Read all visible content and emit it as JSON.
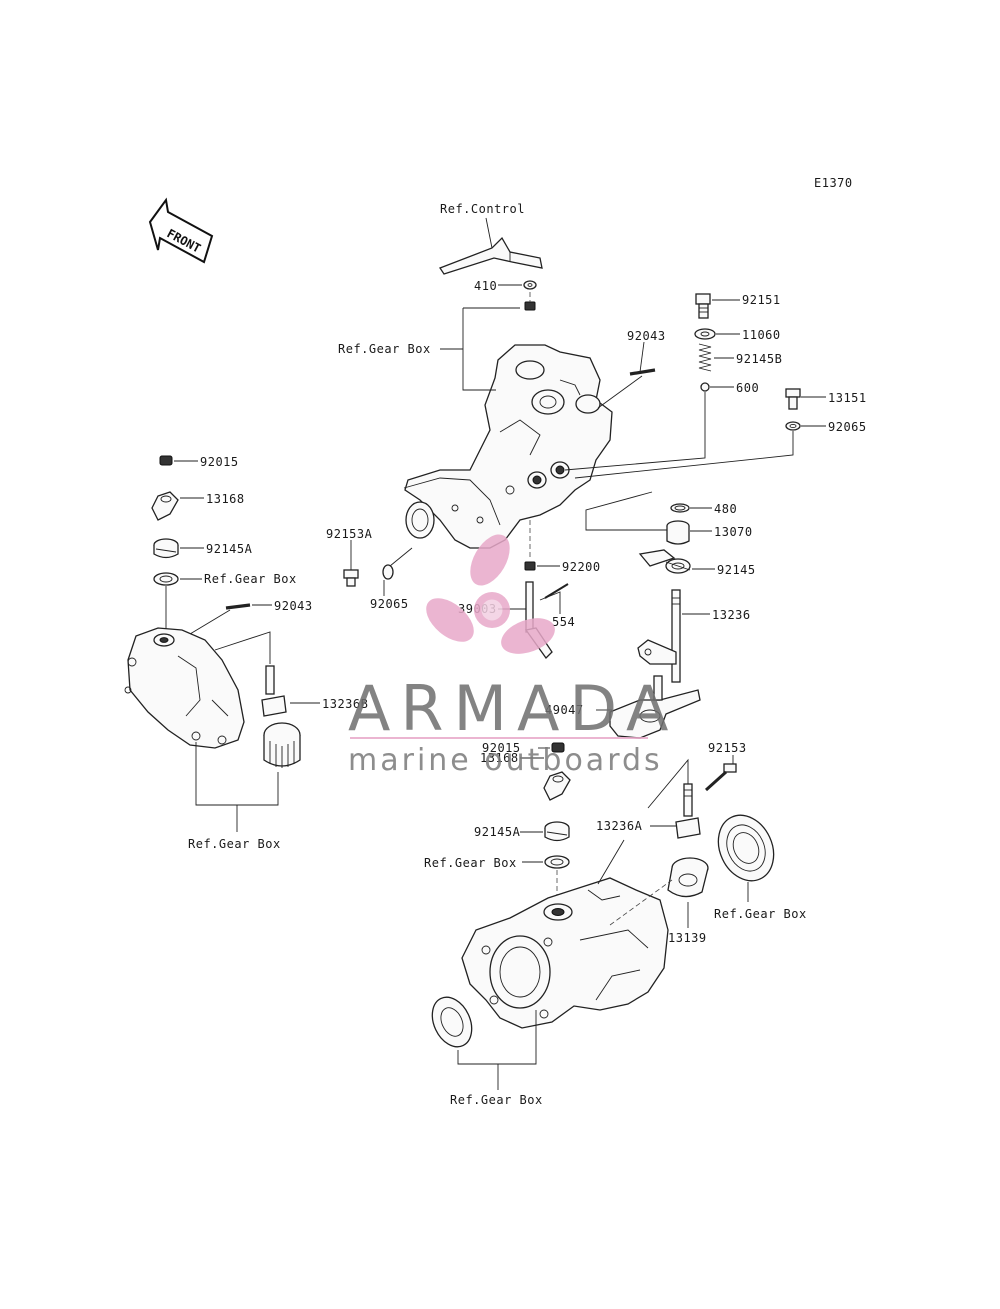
{
  "diagram_code": "E1370",
  "front_label": "FRONT",
  "watermark": {
    "brand": "ARMADA",
    "tagline": "marine outboards",
    "accent": "#e8a9c9",
    "text_color": "#6e6e6e"
  },
  "labels": {
    "ref_control": "Ref.Control",
    "p410": "410",
    "ref_gear_box_top": "Ref.Gear Box",
    "p92043_top": "92043",
    "p92151": "92151",
    "p11060": "11060",
    "p92145b": "92145B",
    "p600": "600",
    "p13151": "13151",
    "p92065_right": "92065",
    "p480": "480",
    "p13070": "13070",
    "p92145": "92145",
    "p13236": "13236",
    "p92200": "92200",
    "p39003": "39003",
    "p554": "554",
    "p92153a": "92153A",
    "p92065_left": "92065",
    "p92015_left": "92015",
    "p13168_left": "13168",
    "p92145a_left": "92145A",
    "ref_gear_box_left": "Ref.Gear Box",
    "p92043_left": "92043",
    "p13236b": "13236B",
    "ref_gear_box_left_bottom": "Ref.Gear Box",
    "p49047": "49047",
    "p92015_center": "92015",
    "p13168_center": "13168",
    "p92145a_center": "92145A",
    "ref_gear_box_center": "Ref.Gear Box",
    "p92153": "92153",
    "p13236a": "13236A",
    "ref_gear_box_right": "Ref.Gear Box",
    "p13139": "13139",
    "ref_gear_box_bottom": "Ref.Gear Box"
  }
}
